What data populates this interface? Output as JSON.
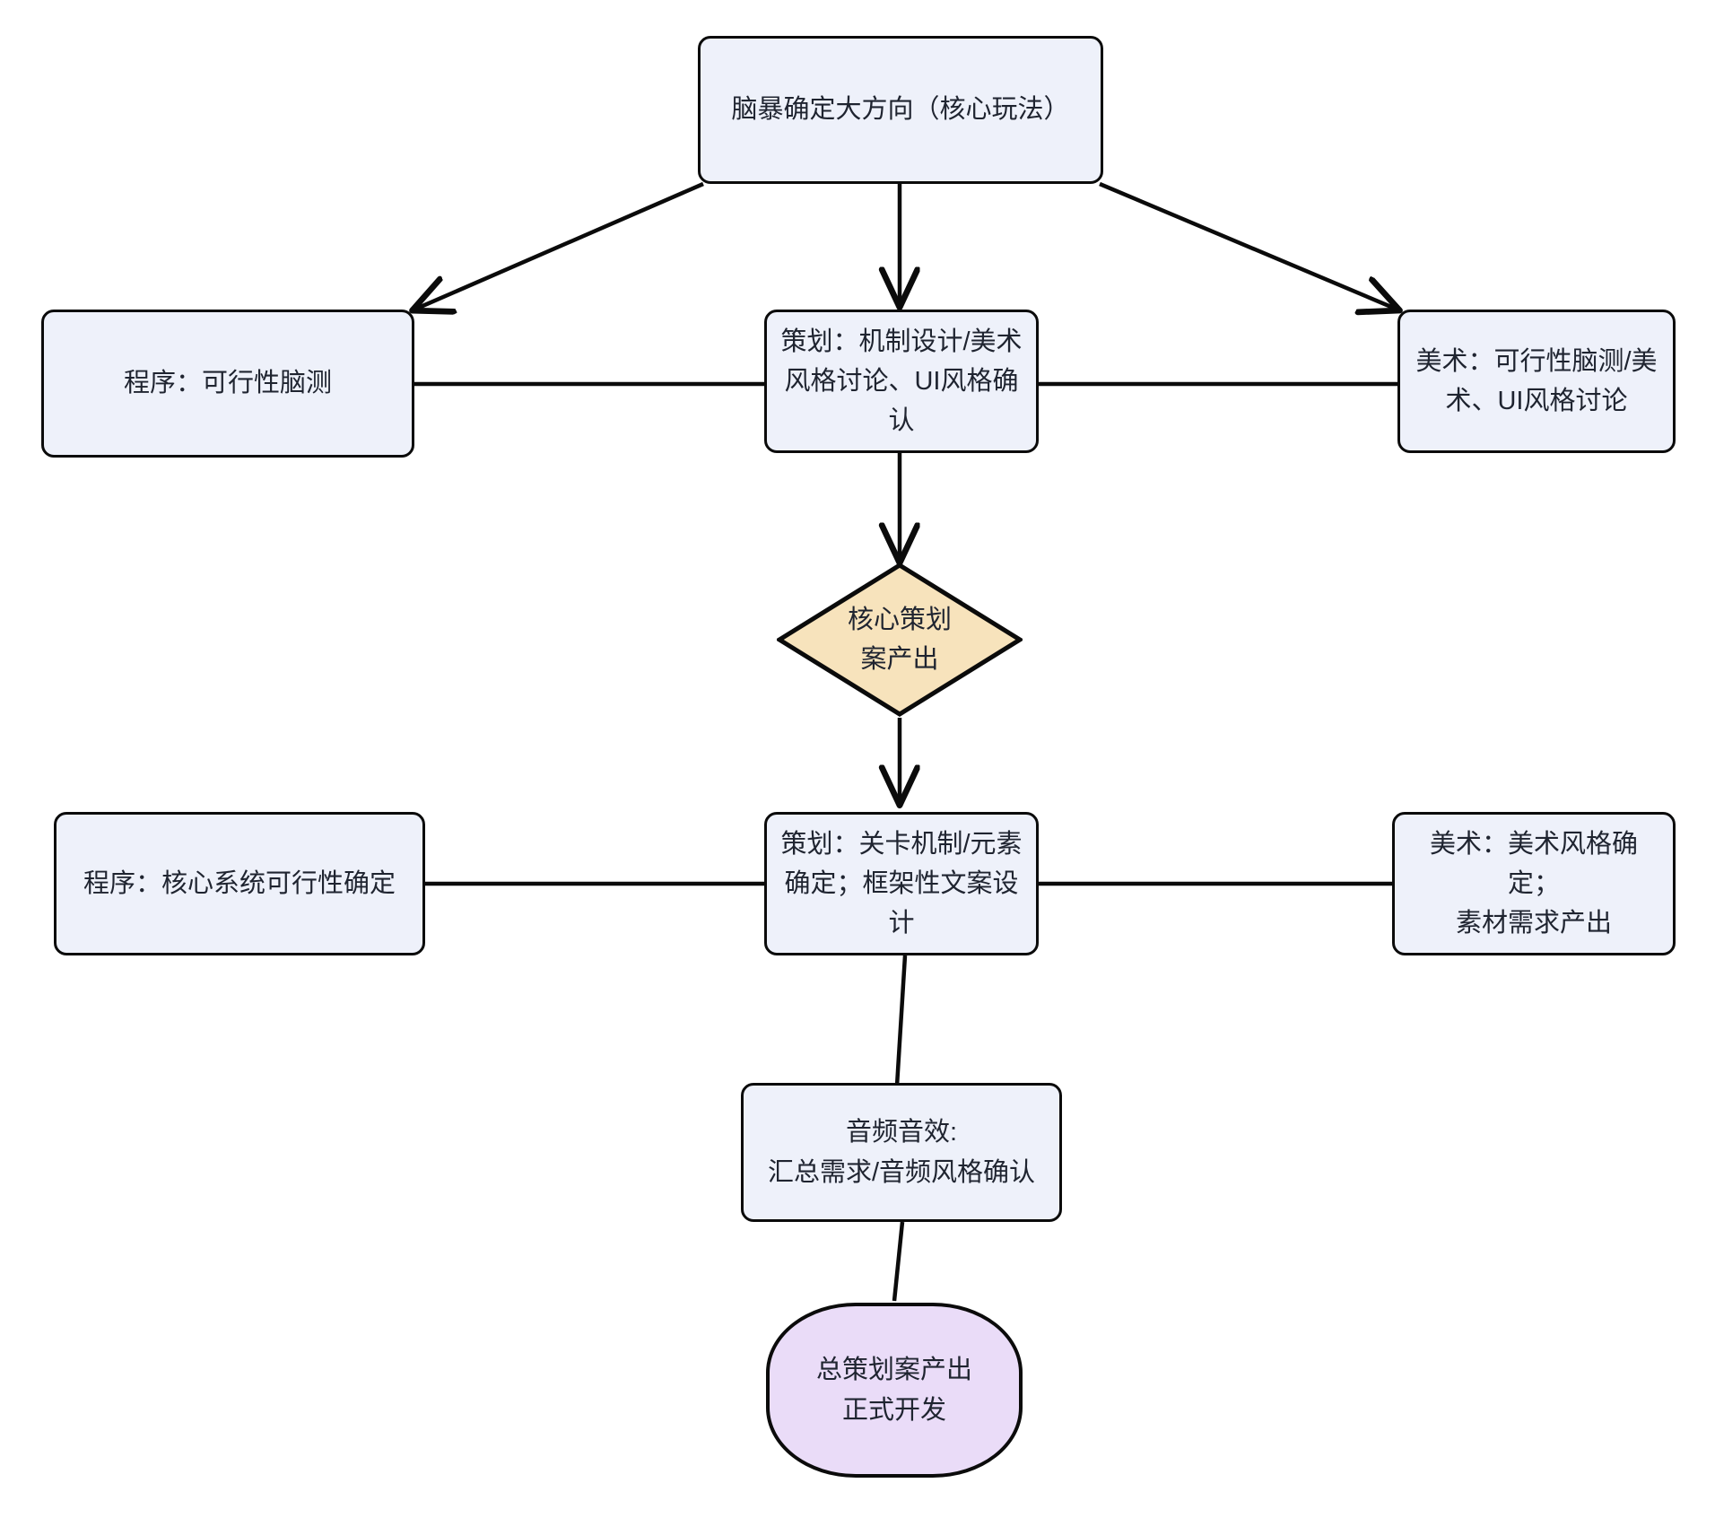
{
  "diagram": {
    "type": "flowchart",
    "title": "",
    "background_color": "#ffffff",
    "styles": {
      "process_fill": "#eef1fa",
      "process_stroke": "#0b0b0b",
      "decision_fill": "#f7e3bc",
      "decision_stroke": "#0b0b0b",
      "terminal_fill": "#eadcf8",
      "terminal_stroke": "#0b0b0b",
      "edge_color": "#0b0b0b",
      "text_color": "#1f2430"
    },
    "nodes": [
      {
        "id": "brainstorm",
        "shape": "rounded-rect",
        "label": "脑暴确定大方向（核心玩法）"
      },
      {
        "id": "program-feasibility",
        "shape": "rounded-rect",
        "label": "程序：可行性脑测"
      },
      {
        "id": "design-mechanics",
        "shape": "rounded-rect",
        "label": "策划：机制设计/美术\n风格讨论、UI风格确认"
      },
      {
        "id": "art-feasibility",
        "shape": "rounded-rect",
        "label": "美术：可行性脑测/美\n术、UI风格讨论"
      },
      {
        "id": "core-design-output",
        "shape": "diamond",
        "label": "核心策划\n案产出"
      },
      {
        "id": "program-core-system",
        "shape": "rounded-rect",
        "label": "程序：核心系统可行性确定"
      },
      {
        "id": "design-level-mechanics",
        "shape": "rounded-rect",
        "label": "策划：关卡机制/元素\n确定；框架性文案设计"
      },
      {
        "id": "art-style-confirm",
        "shape": "rounded-rect",
        "label": "美术：美术风格确定；\n素材需求产出"
      },
      {
        "id": "audio-sfx",
        "shape": "rounded-rect",
        "label": "音频音效:\n汇总需求/音频风格确认"
      },
      {
        "id": "final-design-output",
        "shape": "stadium",
        "label": "总策划案产出\n正式开发"
      }
    ],
    "edges": [
      {
        "from": "brainstorm",
        "to": "program-feasibility",
        "arrow": true,
        "label": ""
      },
      {
        "from": "brainstorm",
        "to": "design-mechanics",
        "arrow": true,
        "label": ""
      },
      {
        "from": "brainstorm",
        "to": "art-feasibility",
        "arrow": true,
        "label": ""
      },
      {
        "from": "program-feasibility",
        "to": "design-mechanics",
        "arrow": false,
        "label": ""
      },
      {
        "from": "design-mechanics",
        "to": "art-feasibility",
        "arrow": false,
        "label": ""
      },
      {
        "from": "design-mechanics",
        "to": "core-design-output",
        "arrow": true,
        "label": ""
      },
      {
        "from": "core-design-output",
        "to": "design-level-mechanics",
        "arrow": true,
        "label": ""
      },
      {
        "from": "program-core-system",
        "to": "design-level-mechanics",
        "arrow": false,
        "label": ""
      },
      {
        "from": "design-level-mechanics",
        "to": "art-style-confirm",
        "arrow": false,
        "label": ""
      },
      {
        "from": "design-level-mechanics",
        "to": "audio-sfx",
        "arrow": false,
        "label": ""
      },
      {
        "from": "audio-sfx",
        "to": "final-design-output",
        "arrow": false,
        "label": ""
      }
    ]
  }
}
